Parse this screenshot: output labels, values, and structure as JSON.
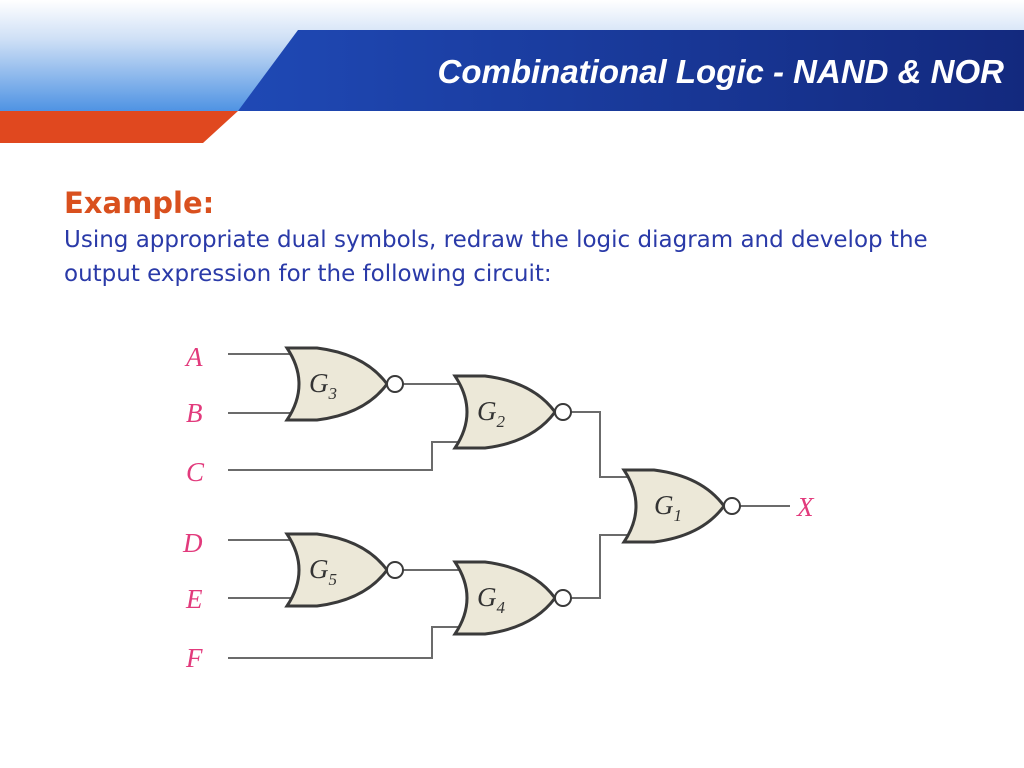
{
  "slide": {
    "title": "Combinational Logic - NAND & NOR"
  },
  "example": {
    "heading": "Example:",
    "body": "Using appropriate dual symbols, redraw the logic diagram and develop the output expression for the following circuit:"
  },
  "circuit": {
    "inputs": [
      "A",
      "B",
      "C",
      "D",
      "E",
      "F"
    ],
    "output": "X",
    "gates": [
      {
        "id": "G3",
        "letter": "G",
        "number": "3"
      },
      {
        "id": "G2",
        "letter": "G",
        "number": "2"
      },
      {
        "id": "G5",
        "letter": "G",
        "number": "5"
      },
      {
        "id": "G4",
        "letter": "G",
        "number": "4"
      },
      {
        "id": "G1",
        "letter": "G",
        "number": "1"
      }
    ]
  },
  "colors": {
    "title_text": "#ffffff",
    "header_blue": "#1c3aa0",
    "header_orange": "#e0481f",
    "heading_orange": "#d9501e",
    "body_blue": "#2a3aa8",
    "signal_pink": "#e23a7c",
    "gate_fill": "#ece8d8"
  }
}
